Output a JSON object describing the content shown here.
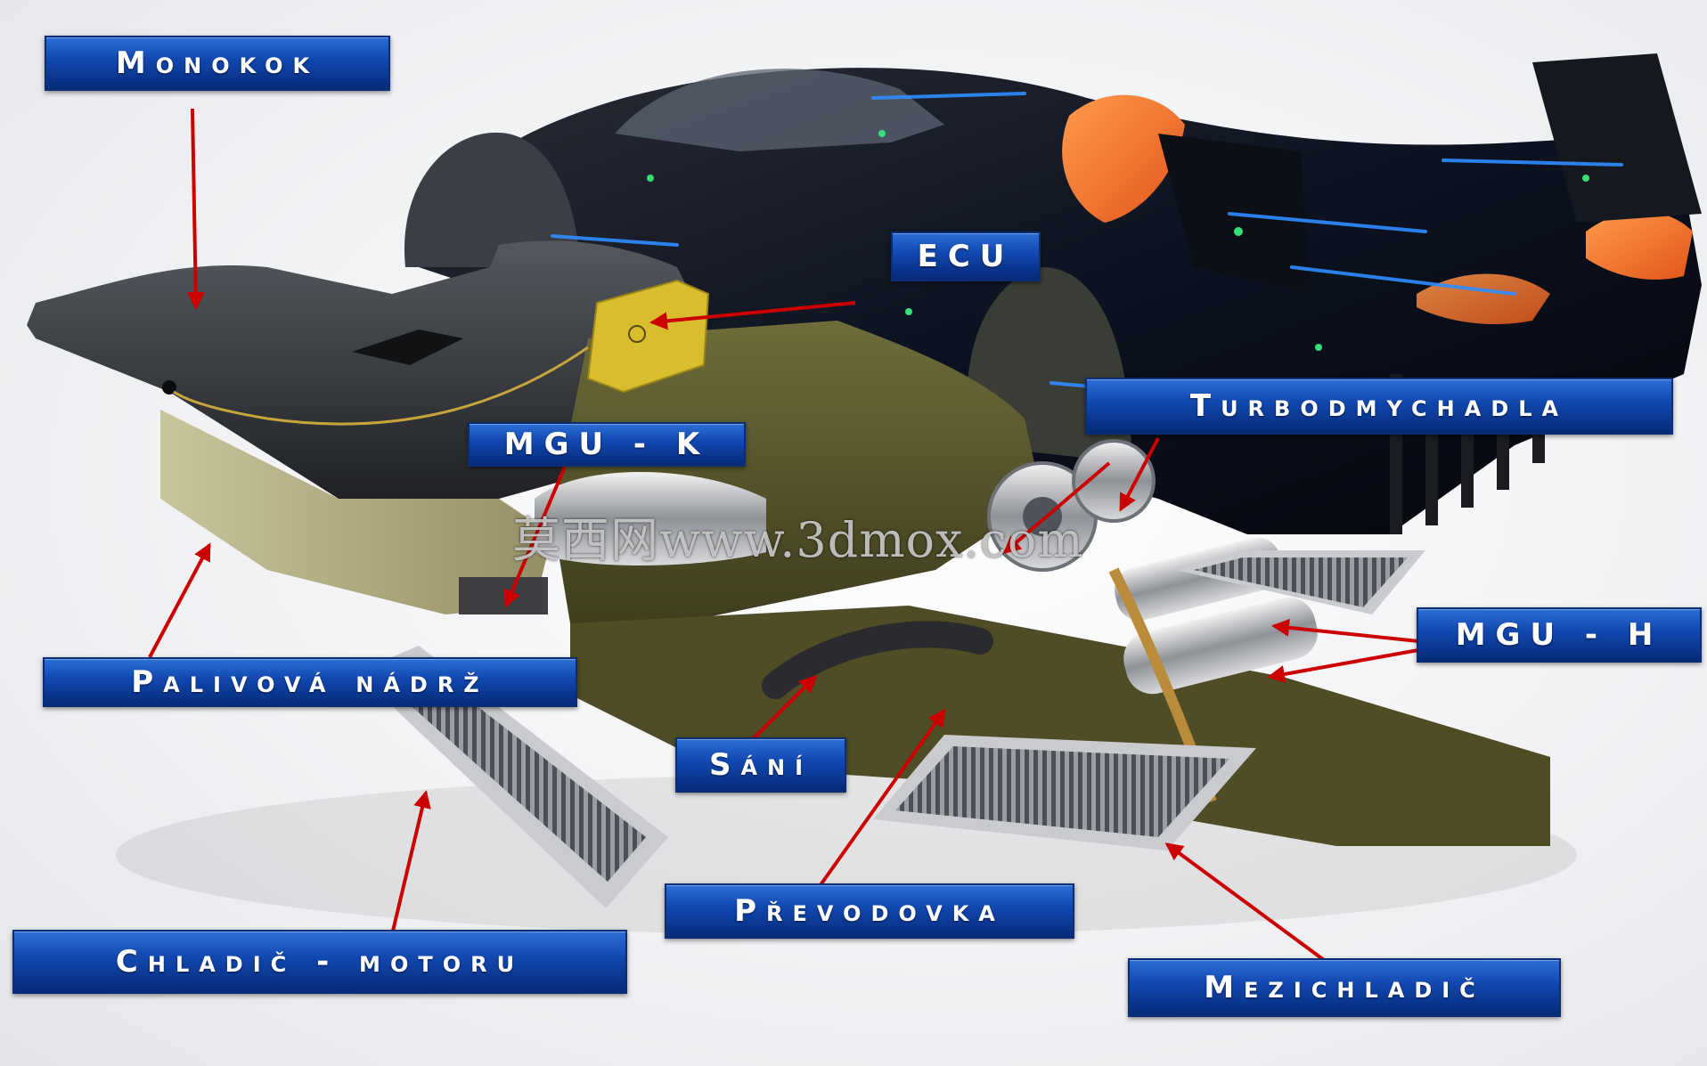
{
  "labels": {
    "monokok": "Monokok",
    "ecu": "ECU",
    "turbodmychadla": "Turbodmychadla",
    "mgu_k": "MGU - K",
    "mgu_h": "MGU - H",
    "palivova_nadrz": "Palivová nádrž",
    "sani": "Sání",
    "prevodovka": "Převodovka",
    "chladic_motoru": "Chladič - motoru",
    "mezichladic": "Mezichladič"
  },
  "watermark": "莫西网www.3dmox.com",
  "colors": {
    "label_blue": "#1148b0",
    "arrow_red": "#cc0000",
    "monocoque": "#2b2d30",
    "engine_olive": "#5a5a2a",
    "fuel_tank": "#b7b48a",
    "ecu_yellow": "#d8bd2f",
    "livery_orange": "#ff7a2e"
  }
}
